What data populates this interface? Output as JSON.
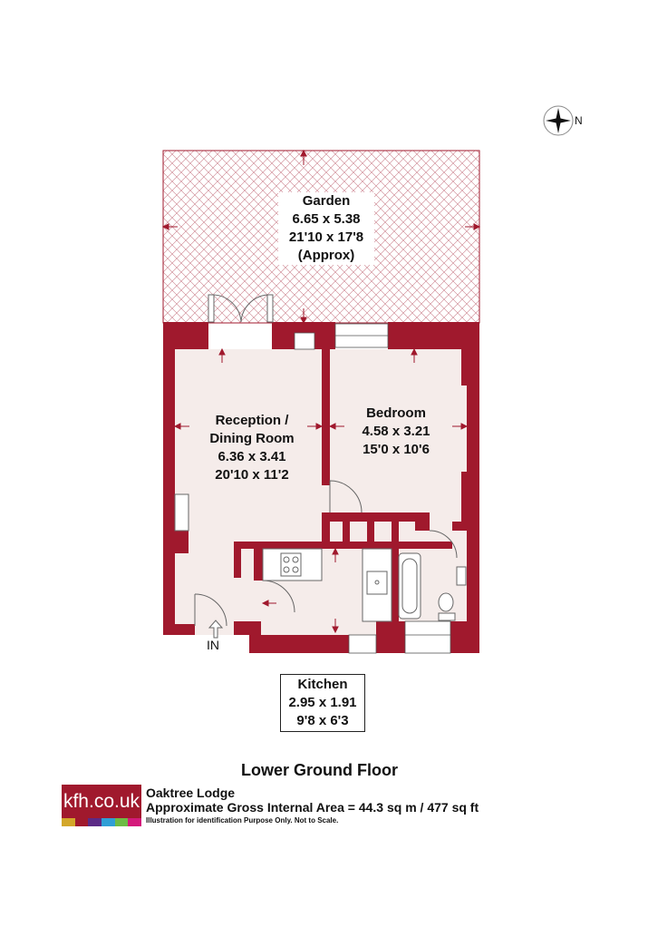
{
  "colors": {
    "wall": "#a0192d",
    "floor": "#f5ecea",
    "garden_hatch": "#a0192d"
  },
  "compass": {
    "label": "N",
    "icon": "north-arrow-icon"
  },
  "rooms": {
    "garden": {
      "name": "Garden",
      "size_m": "6.65 x 5.38",
      "size_ft": "21'10 x 17'8",
      "note": "(Approx)"
    },
    "reception": {
      "name": "Reception /",
      "name2": "Dining Room",
      "size_m": "6.36 x 3.41",
      "size_ft": "20'10 x 11'2"
    },
    "bedroom": {
      "name": "Bedroom",
      "size_m": "4.58 x 3.21",
      "size_ft": "15'0 x 10'6"
    },
    "kitchen": {
      "name": "Kitchen",
      "size_m": "2.95 x 1.91",
      "size_ft": "9'8 x 6'3"
    }
  },
  "entrance": {
    "label": "IN"
  },
  "floor_title": "Lower Ground Floor",
  "logo": {
    "text": "kfh.co.uk",
    "bar_colors": [
      "#d3a72a",
      "#a0192d",
      "#5b2a86",
      "#2f9fd6",
      "#6dbb45",
      "#d4197b"
    ]
  },
  "footer": {
    "property_name": "Oaktree Lodge",
    "area": "Approximate Gross Internal Area = 44.3 sq m / 477 sq ft",
    "disclaimer": "Illustration for identification Purpose Only. Not to Scale."
  }
}
